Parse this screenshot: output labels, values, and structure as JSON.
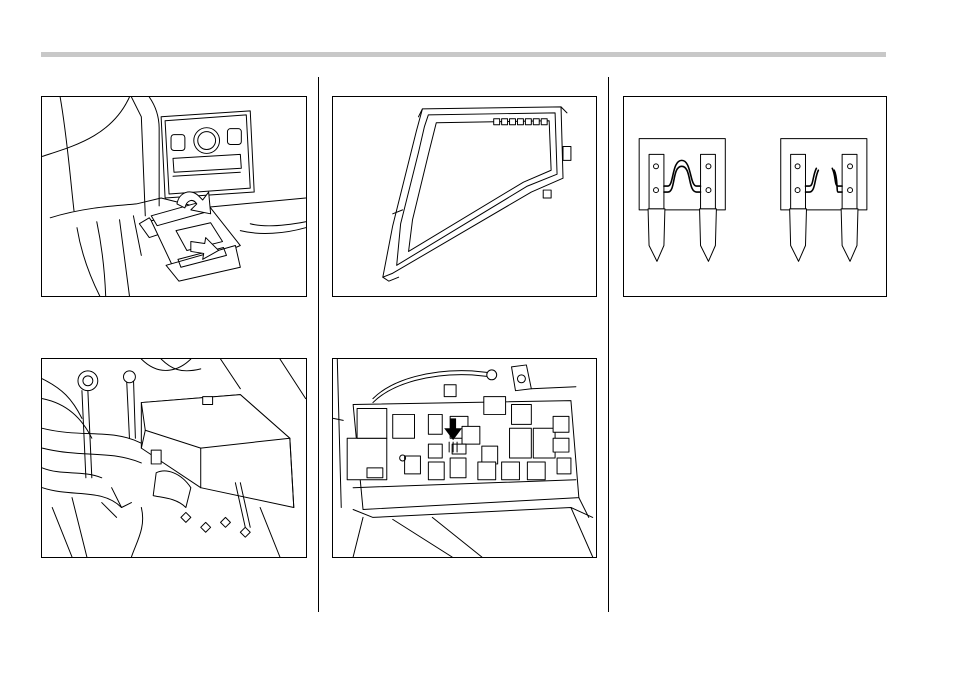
{
  "page": {
    "figures": [
      {
        "id": "fig-1",
        "subject": "fuse-panel-cover-under-dashboard"
      },
      {
        "id": "fig-2",
        "subject": "fuse-box-lid"
      },
      {
        "id": "fig-3",
        "subject": "fuse-good-vs-blown"
      },
      {
        "id": "fig-4",
        "subject": "engine-compartment-fuse-box-cover"
      },
      {
        "id": "fig-5",
        "subject": "engine-compartment-fuse-box-open"
      }
    ],
    "icons": [
      "rotate-arrow-icon",
      "pull-arrow-icon",
      "down-arrow-icon"
    ]
  }
}
